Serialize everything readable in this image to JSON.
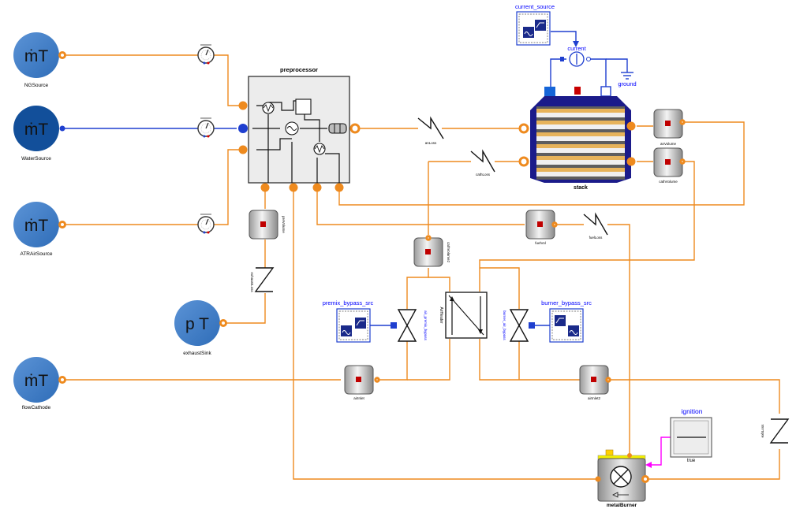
{
  "colors": {
    "fluid": "#ee8a1e",
    "water": "#1f3fcf",
    "source_blue": "#3d7cc9",
    "source_dark": "#124f9a",
    "signal": "#ff00ff",
    "electric": "#0000ff",
    "stack_body": "#1b1b8a"
  },
  "sources": {
    "ng": {
      "symbol": "ṁT",
      "label": "NGSource"
    },
    "water": {
      "symbol": "ṁT",
      "label": "WaterSource"
    },
    "atr": {
      "symbol": "ṁT",
      "label": "ATRAirSource"
    },
    "cathode": {
      "symbol": "ṁT",
      "label": "flowCathode"
    },
    "exhaust": {
      "symbol": "p T",
      "label": "exhaustSink"
    }
  },
  "preprocessor": {
    "label": "preprocessor"
  },
  "stack": {
    "label": "stack"
  },
  "electrical": {
    "current_source": "current_source",
    "current": "current",
    "ground": "ground"
  },
  "valves": {
    "premix_src": "premix_bypass_src",
    "burner_src": "burner_bypass_src",
    "premix_valve": "air_premix_bypass",
    "burner_valve": "burner_air_bypass"
  },
  "air_heater": {
    "label": "AirHeater"
  },
  "losses": {
    "an": "anLoss",
    "cath": "cathLoss",
    "fuel": "fuelLoss",
    "exhaust": "exhaustLoss",
    "burner_out": "exhLoss"
  },
  "volumes": {
    "an_volume": "anVolume",
    "cath_volume": "cathVolume",
    "fuel_vol": "fuelVol",
    "pre_volume": "preVolume",
    "cath_vol2": "cathVolume2",
    "air_inlet": "airInlet",
    "air_inlet2": "airInlet2"
  },
  "ignition": {
    "title": "ignition",
    "value": "true"
  },
  "burner": {
    "label": "metalBurner"
  }
}
